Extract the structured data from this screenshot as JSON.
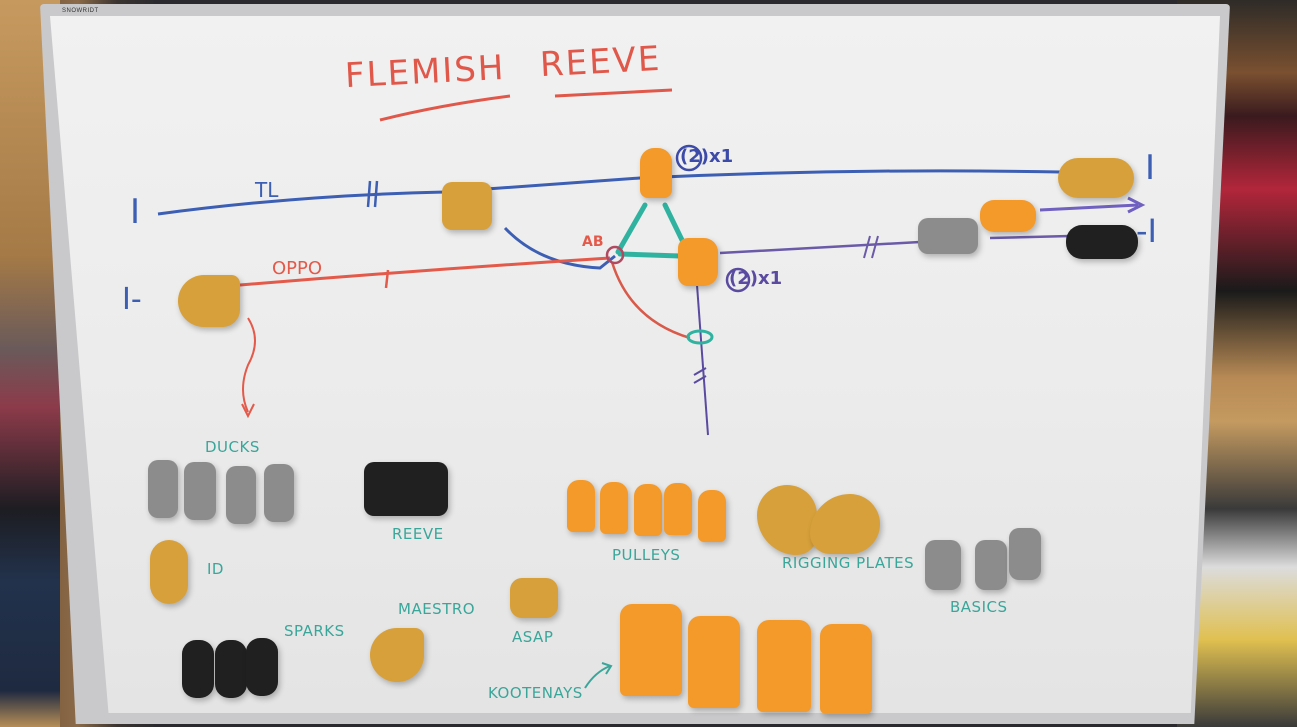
{
  "board": {
    "brand_mark": "SNOWRIDT",
    "title": {
      "word1": "FLEMISH",
      "word2": "REEVE"
    }
  },
  "diagram": {
    "anchor_symbol": "I",
    "lines": {
      "top_line_label": "TL",
      "opposite_line_label": "OPPO",
      "anchor_left_top": "I",
      "anchor_left_mid": "I-",
      "anchor_right_top": "I",
      "anchor_right_mid": "-I",
      "junction_label": "AB",
      "pulley_top_annotation": "(2)x1",
      "pulley_bottom_annotation": "(2)x1"
    },
    "colors": {
      "top_line": "#3c5fb4",
      "opposite_line": "#e35a4a",
      "sling": "#2fb3a0",
      "purple_line": "#6a5aa8"
    }
  },
  "inventory": {
    "groups": [
      {
        "label": "DUCKS",
        "count": 4
      },
      {
        "label": "REEVE",
        "count": 1
      },
      {
        "label": "ID",
        "count": 1
      },
      {
        "label": "PULLEYS",
        "count": 5
      },
      {
        "label": "RIGGING PLATES",
        "count": 2
      },
      {
        "label": "BASICS",
        "count": 3
      },
      {
        "label": "SPARKS",
        "count": 3
      },
      {
        "label": "MAESTRO",
        "count": 1
      },
      {
        "label": "ASAP",
        "count": 1
      },
      {
        "label": "KOOTENAYS",
        "count": 4
      }
    ]
  }
}
